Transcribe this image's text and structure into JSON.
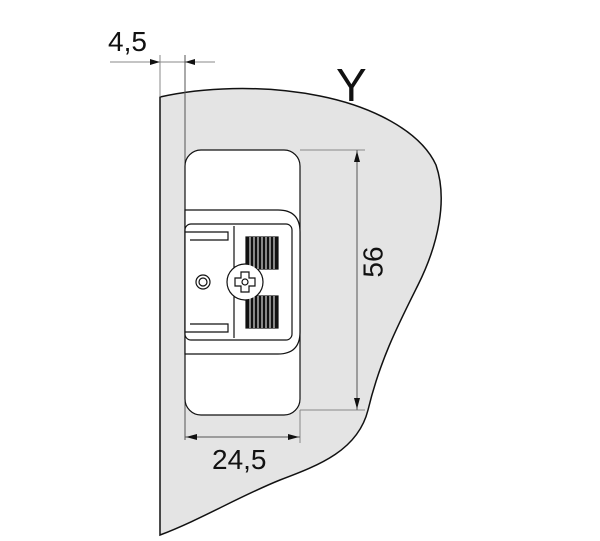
{
  "view_label": "Y",
  "dimensions": {
    "offset": "4,5",
    "height": "56",
    "width": "24,5"
  },
  "colors": {
    "panel_fill": "#e4e4e4",
    "line": "#111111"
  }
}
